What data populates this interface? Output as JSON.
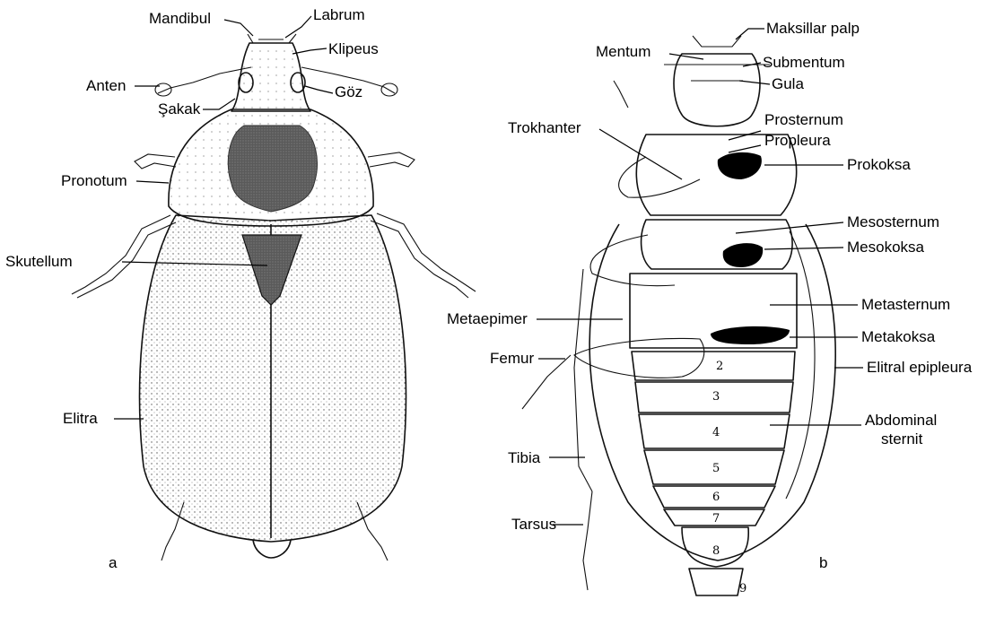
{
  "panels": [
    {
      "id": "dorsal",
      "letter": "a",
      "labels": {
        "mandibul": "Mandibul",
        "labrum": "Labrum",
        "klipeus": "Klipeus",
        "anten": "Anten",
        "goz": "Göz",
        "sakak": "Şakak",
        "pronotum": "Pronotum",
        "skutellum": "Skutellum",
        "elitra": "Elitra"
      }
    },
    {
      "id": "ventral",
      "letter": "b",
      "labels": {
        "maksillar_palp": "Maksillar palp",
        "mentum": "Mentum",
        "submentum": "Submentum",
        "gula": "Gula",
        "trokhanter": "Trokhanter",
        "prosternum": "Prosternum",
        "propleura": "Propleura",
        "prokoksa": "Prokoksa",
        "mesosternum": "Mesosternum",
        "mesokoksa": "Mesokoksa",
        "metasternum": "Metasternum",
        "metaepimer": "Metaepimer",
        "metakoksa": "Metakoksa",
        "femur": "Femur",
        "elitral_epipleura": "Elitral epipleura",
        "abdominal_line1": "Abdominal",
        "abdominal_line2": "sternit",
        "tibia": "Tibia",
        "tarsus": "Tarsus"
      },
      "segment_numbers": [
        "2",
        "3",
        "4",
        "5",
        "6",
        "7",
        "8",
        "9"
      ]
    }
  ],
  "colors": {
    "ink": "#111111",
    "stipple": "#9a9a9a",
    "dark": "#4a4a4a",
    "background": "#ffffff"
  }
}
